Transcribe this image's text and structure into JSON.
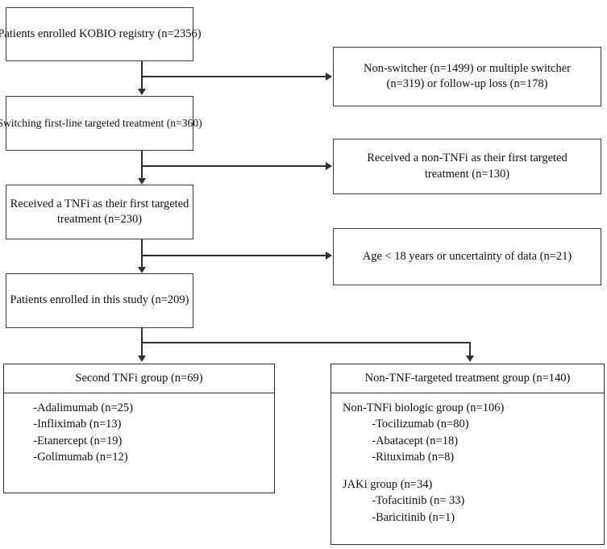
{
  "diagram": {
    "type": "flowchart",
    "title": "Patient enrollment flow diagram",
    "colors": {
      "stroke": "#2e2e2e",
      "background": "#ffffff",
      "text": "#111111"
    },
    "nodes": {
      "enrolled_registry": {
        "lines": [
          "Patients enrolled KOBIO registry (n=2356)"
        ]
      },
      "excluded_nonswitcher": {
        "lines": [
          "Non-switcher (n=1499) or multiple switcher",
          "(n=319) or follow-up loss (n=178)"
        ]
      },
      "switching_first_line": {
        "lines": [
          "Switching first-line targeted treatment  (n=360)"
        ]
      },
      "excluded_non_tnfi": {
        "lines": [
          "Received a non-TNFi as their first targeted",
          "treatment (n=130)"
        ]
      },
      "received_tnfi": {
        "lines": [
          "Received a TNFi as their first targeted",
          "treatment (n=230)"
        ]
      },
      "excluded_age": {
        "lines": [
          "Age < 18 years or uncertainty of data (n=21)"
        ]
      },
      "enrolled_study": {
        "lines": [
          "Patients enrolled in this study (n=209)"
        ]
      },
      "second_tnfi_group": {
        "header": "Second TNFi group (n=69)",
        "rows": [
          "          -Adalimumab (n=25)",
          "          -Infliximab (n=13)",
          "          -Etanercept (n=19)",
          "          -Golimumab (n=12)"
        ]
      },
      "non_tnf_group": {
        "header": "Non-TNF-targeted treatment group (n=140)",
        "rows": [
          "Non-TNFi biologic group (n=106)",
          "          -Tocilizumab (n=80)",
          "          -Abatacept (n=18)",
          "          -Rituximab (n=8)",
          "",
          "JAKi group (n=34)",
          "          -Tofacitinib (n= 33)",
          "          -Baricitinib (n=1)"
        ]
      }
    }
  }
}
